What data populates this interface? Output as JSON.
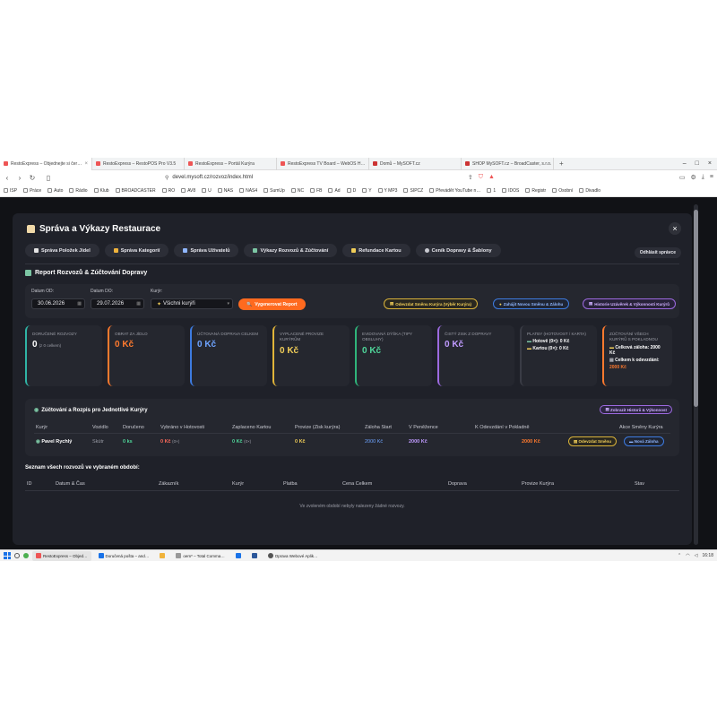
{
  "browser": {
    "tabs": [
      {
        "label": "RestoExpress – Objednejte si čer…",
        "active": true
      },
      {
        "label": "RestoExpress – RestoPOS Pro V3.5",
        "active": false
      },
      {
        "label": "RestoExpress – Portál Kurýra",
        "active": false
      },
      {
        "label": "RestoExpress TV Board – WebOS H…",
        "active": false
      },
      {
        "label": "Domů – MySOFT.cz",
        "active": false
      },
      {
        "label": "SHOP MySOFT.cz – BroadCaster, s.r.o.",
        "active": false
      }
    ],
    "new_tab": "+",
    "url": "devel.mysoft.cz/rozvoz/index.html",
    "bookmarks": [
      "ISP",
      "Práce",
      "Auto",
      "Rádio",
      "Klub",
      "BROADCASTER",
      "RO",
      "AV8",
      "U",
      "NAS",
      "NAS4",
      "SumUp",
      "NC",
      "FB",
      "Ad",
      "D",
      "Y",
      "Y MP3",
      "SIPCZ",
      "Převádět YouTube n…",
      "1",
      "IDOS",
      "Registr",
      "Osobní",
      "Divadlo"
    ]
  },
  "modal": {
    "title": "Správa a Výkazy Restaurace",
    "close": "×",
    "nav": [
      {
        "label": "Správa Položek Jídel",
        "icon": "list-icon",
        "color": "#e4e4e4"
      },
      {
        "label": "Správa Kategorií",
        "icon": "category-icon",
        "color": "#f0b33c"
      },
      {
        "label": "Správa Uživatelů",
        "icon": "users-icon",
        "color": "#8fb6ff"
      },
      {
        "label": "Výkazy Rozvozů & Zúčtování",
        "icon": "chart-icon",
        "color": "#7cc6a4"
      },
      {
        "label": "Refundace Kartou",
        "icon": "card-icon",
        "color": "#f0cd58"
      },
      {
        "label": "Ceník Dopravy & Šablony",
        "icon": "gear-icon",
        "color": "#c8c9d0"
      }
    ],
    "logout": "Odhlásit správce",
    "section_title": "Report Rozvozů & Zúčtování Dopravy"
  },
  "filters": {
    "date_from_label": "Datum OD:",
    "date_from": "30.06.2026",
    "date_to_label": "Datum DO:",
    "date_to": "29.07.2026",
    "courier_label": "Kurýr:",
    "courier_value": "Všichni kurýři",
    "generate": "Vygenerovat Report",
    "actions": [
      {
        "label": "Odevzdat Směnu Kurýra (Výběr Kurýra)",
        "style": "yellow"
      },
      {
        "label": "Zahájit Novou Směnu & Zálohu",
        "style": "blue"
      },
      {
        "label": "Historie Uzávěrek & Výkonnosti Kurýrů",
        "style": "purple"
      }
    ]
  },
  "cards": [
    {
      "title": "Doručené rozvozy",
      "value": "0",
      "sub": "(z 0 celkem)",
      "color": "#2fb4a5",
      "value_color": "#ffffff"
    },
    {
      "title": "Obrat za jídlo",
      "value": "0 Kč",
      "color": "#ff7a2e",
      "value_color": "#ff7a2e"
    },
    {
      "title": "Účtovaná doprava celkem",
      "value": "0 Kč",
      "color": "#3d7be0",
      "value_color": "#6ea4ff"
    },
    {
      "title": "Vyplacené provize kurýrům",
      "value": "0 Kč",
      "color": "#e0b43a",
      "value_color": "#f0cd58"
    },
    {
      "title": "Evidovaná dýška (tipy obsluhy)",
      "value": "0 Kč",
      "color": "#2fb47a",
      "value_color": "#4fd69a"
    },
    {
      "title": "Čistý zisk z dopravy",
      "value": "0 Kč",
      "color": "#9d6ae0",
      "value_color": "#c09bff"
    },
    {
      "title": "Platby (hotovost / karta)",
      "lines": [
        "Hotově (0×): 0 Kč",
        "Kartou (0×): 0 Kč"
      ],
      "color": "#3a3c45"
    },
    {
      "title": "Zúčtování všech kurýrů s pokladnou",
      "lines": [
        "Celková záloha: 2000 Kč",
        "Celkem k odevzdání:"
      ],
      "highlight": "2000 Kč",
      "color": "#ff7a2e"
    }
  ],
  "settlement": {
    "title": "Zúčtování a Rozpis pro Jednotlivé Kurýry",
    "history_btn": "Zobrazit Historii & Výkonnost",
    "headers": [
      "Kurýr",
      "Vozidlo",
      "Doručeno",
      "Vybráno v Hotovosti",
      "Zaplaceno Kartou",
      "Provize (Zisk kurýra)",
      "Záloha Start",
      "V Peněžence",
      "K Odevzdání v Pokladně",
      "Akce Směny Kurýra"
    ],
    "row": {
      "courier": "Pavel Rychlý",
      "vehicle": "Skútr",
      "delivered": "0 ks",
      "cash": "0 Kč",
      "cash_count": "(0×)",
      "card": "0 Kč",
      "card_count": "(0×)",
      "commission": "0 Kč",
      "deposit": "2000 Kč",
      "wallet": "2000 Kč",
      "to_hand_in": "2000 Kč",
      "btn_submit": "Odevzdat Směnu",
      "btn_new": "Nová Záloha"
    }
  },
  "list": {
    "title": "Seznam všech rozvozů ve vybraném období:",
    "headers": [
      "ID",
      "Datum & Čas",
      "Zákazník",
      "Kurýr",
      "Platba",
      "Cena Celkem",
      "Doprava",
      "Provize Kurýra",
      "Stav"
    ],
    "empty": "Ve zvoleném období nebyly nalezeny žádné rozvozy."
  },
  "taskbar": {
    "apps": [
      "RestoExpress – Objed…",
      "Doručená pošta – and…",
      "",
      "oem* – Total Comma…",
      "",
      "",
      "Oprava Webové Aplik…"
    ],
    "time": "16:18"
  }
}
